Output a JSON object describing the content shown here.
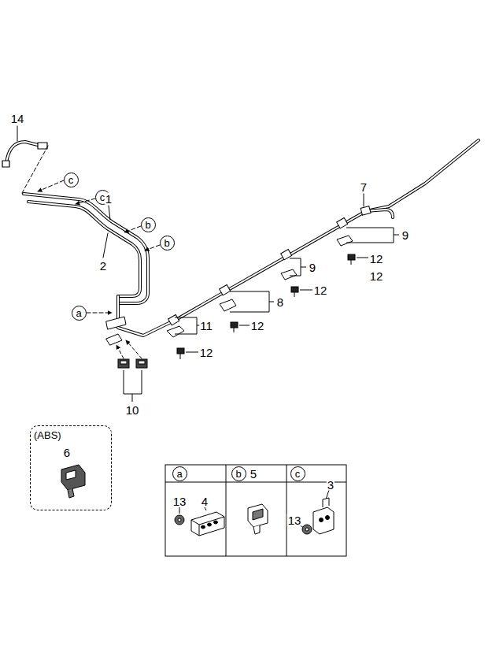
{
  "diagram": {
    "nodes": [
      {
        "text": [
          "c"
        ]
      },
      {
        "text": [
          "c"
        ]
      },
      {
        "text": [
          "b"
        ]
      },
      {
        "text": [
          "b"
        ]
      },
      {
        "text": [
          "a"
        ]
      },
      {
        "text": [
          "(ABS)",
          "6"
        ]
      },
      {
        "text": [
          "a"
        ]
      },
      {
        "text": [
          "b"
        ]
      },
      {
        "text": [
          "c"
        ]
      }
    ],
    "labels": [
      "14",
      "7",
      "1",
      "2",
      "9",
      "12",
      "9",
      "12",
      "8",
      "12",
      "11",
      "12",
      "12",
      "10",
      "5",
      "13",
      "4",
      "3",
      "13"
    ]
  }
}
